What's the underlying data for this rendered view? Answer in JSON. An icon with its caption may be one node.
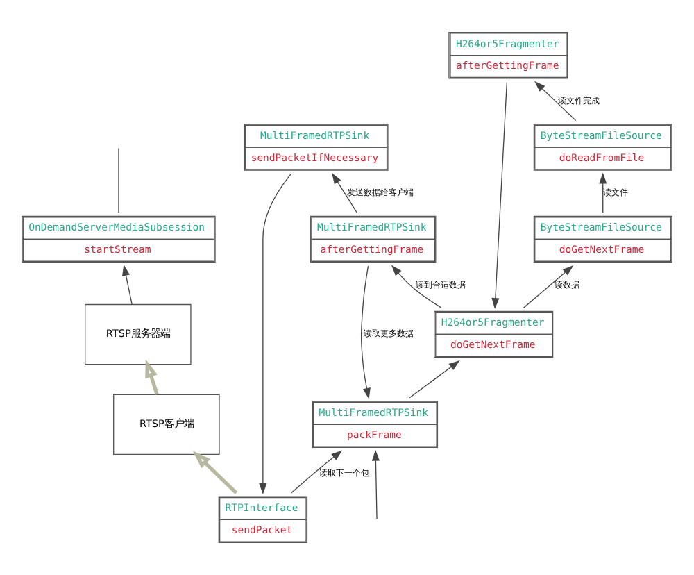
{
  "diagram": {
    "nodes": [
      {
        "text": [
          "RTSP客户端"
        ]
      },
      {
        "text": [
          "RTSP服务器端"
        ]
      },
      {
        "text": [
          "OnDemandServerMediaSubsession",
          "startStream"
        ]
      },
      {
        "text": [
          "RTPInterface",
          "sendPacket"
        ]
      },
      {
        "text": [
          "MultiFramedRTPSink",
          "sendPacketIfNecessary"
        ]
      },
      {
        "text": [
          "MultiFramedRTPSink",
          "afterGettingFrame"
        ]
      },
      {
        "text": [
          "H264or5Fragmenter",
          "afterGettingFrame"
        ]
      },
      {
        "text": [
          "ByteStreamFileSource",
          "doReadFromFile"
        ]
      },
      {
        "text": [
          "ByteStreamFileSource",
          "doGetNextFrame"
        ]
      },
      {
        "text": [
          "H264or5Fragmenter",
          "doGetNextFrame"
        ]
      },
      {
        "text": [
          "MultiFramedRTPSink",
          "packFrame"
        ]
      }
    ],
    "edges": [
      {
        "from": 3,
        "to": 0,
        "arrow": "to",
        "style": "thick",
        "color": "#b8b8a0"
      },
      {
        "from": 0,
        "to": 1,
        "arrow": "to",
        "style": "thick",
        "color": "#b8b8a0"
      },
      {
        "from": 1,
        "to": 2,
        "arrow": "to"
      },
      {
        "from": 2,
        "to": null,
        "arrow": "none"
      },
      {
        "from": null,
        "to": 10,
        "arrow": "to"
      },
      {
        "from": 10,
        "to": 9,
        "arrow": "to"
      },
      {
        "from": 9,
        "to": 8,
        "arrow": "to",
        "label": "读数据"
      },
      {
        "from": 8,
        "to": 7,
        "arrow": "to",
        "label": "读文件"
      },
      {
        "from": 7,
        "to": 6,
        "arrow": "to",
        "label": "读文件完成"
      },
      {
        "from": 6,
        "to": 9,
        "arrow": "to"
      },
      {
        "from": 9,
        "to": 5,
        "arrow": "to",
        "label": "读到合适数据"
      },
      {
        "from": 5,
        "to": 4,
        "arrow": "to",
        "label": "发送数据给客户端"
      },
      {
        "from": 4,
        "to": 3,
        "arrow": "to"
      },
      {
        "from": 5,
        "to": 10,
        "arrow": "to",
        "label": "读取更多数据"
      },
      {
        "from": 3,
        "to": 10,
        "arrow": "to",
        "label": "读取下一个包"
      }
    ]
  }
}
